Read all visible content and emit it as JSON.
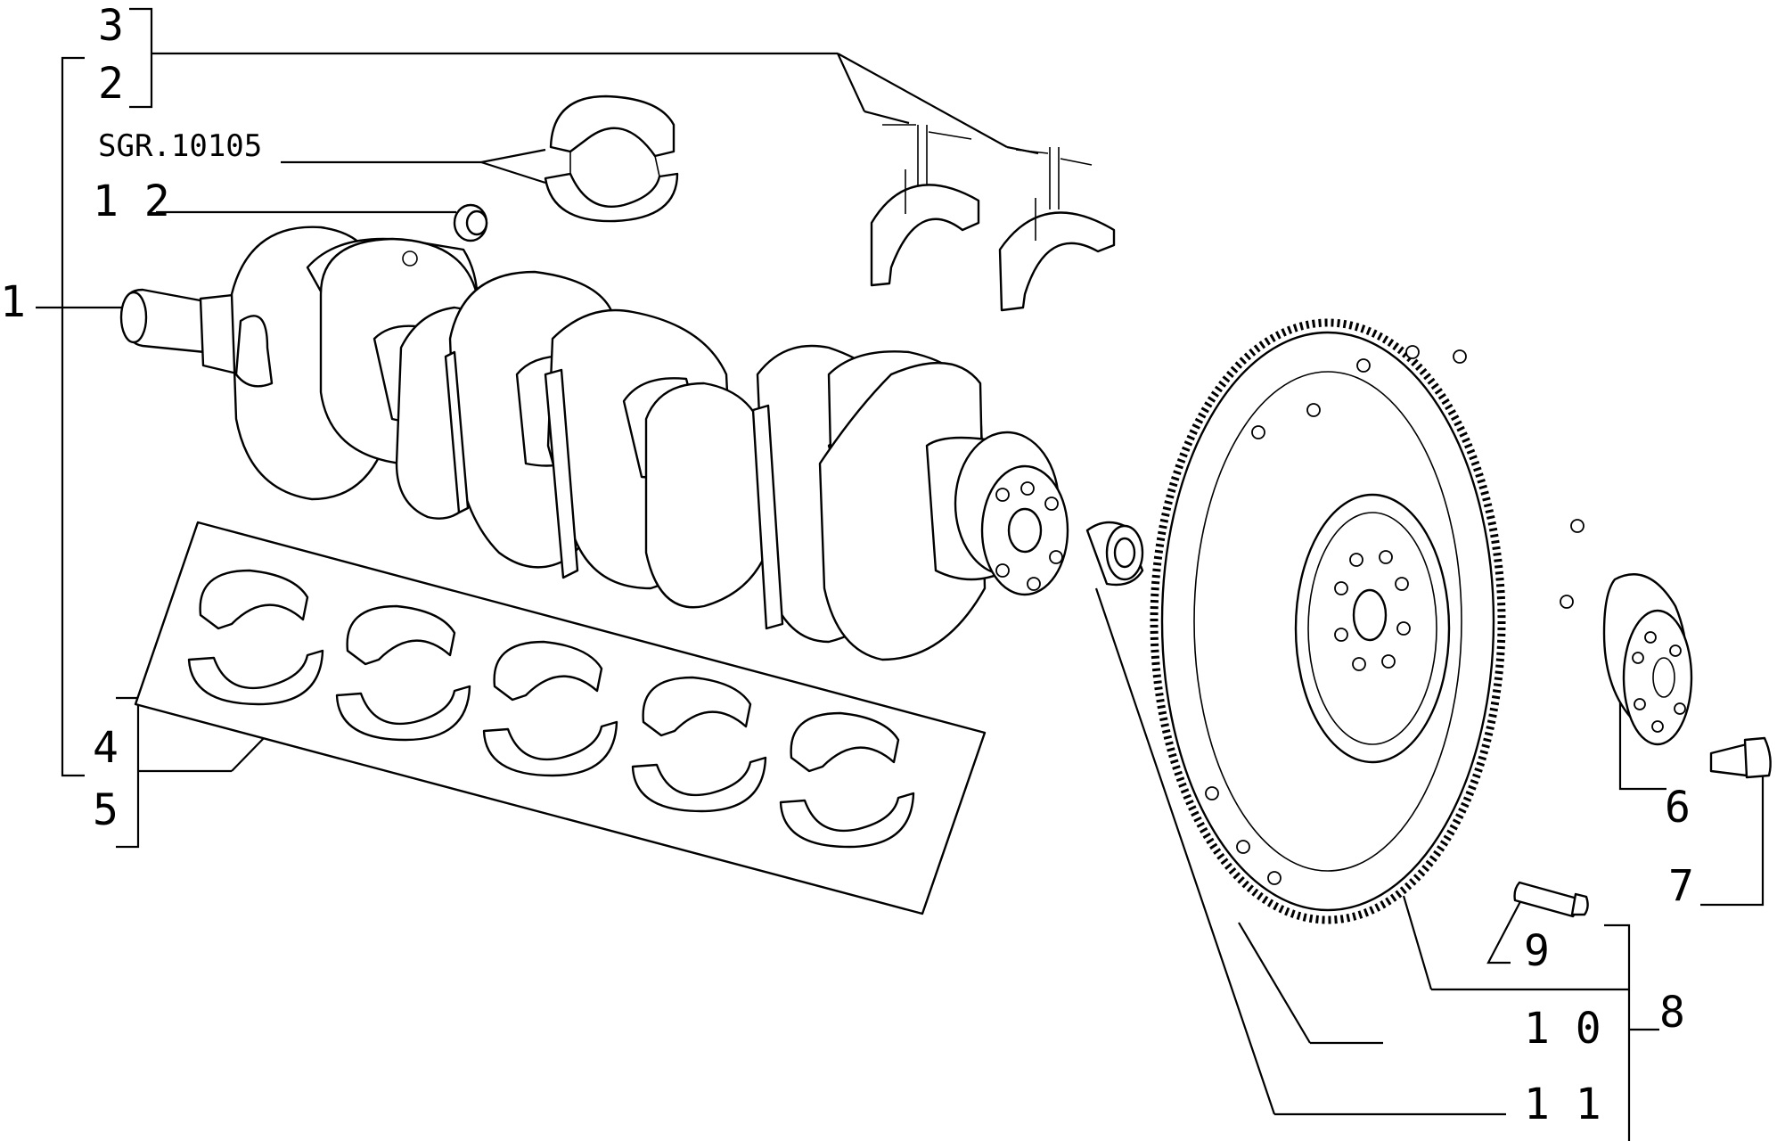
{
  "callouts": {
    "c1": "1",
    "c2": "2",
    "c3": "3",
    "c4": "4",
    "c5": "5",
    "c6": "6",
    "c7": "7",
    "c8": "8",
    "c9": "9",
    "c10": "1 0",
    "c11": "1 1",
    "c12": "1 2",
    "ref": "SGR.10105"
  }
}
